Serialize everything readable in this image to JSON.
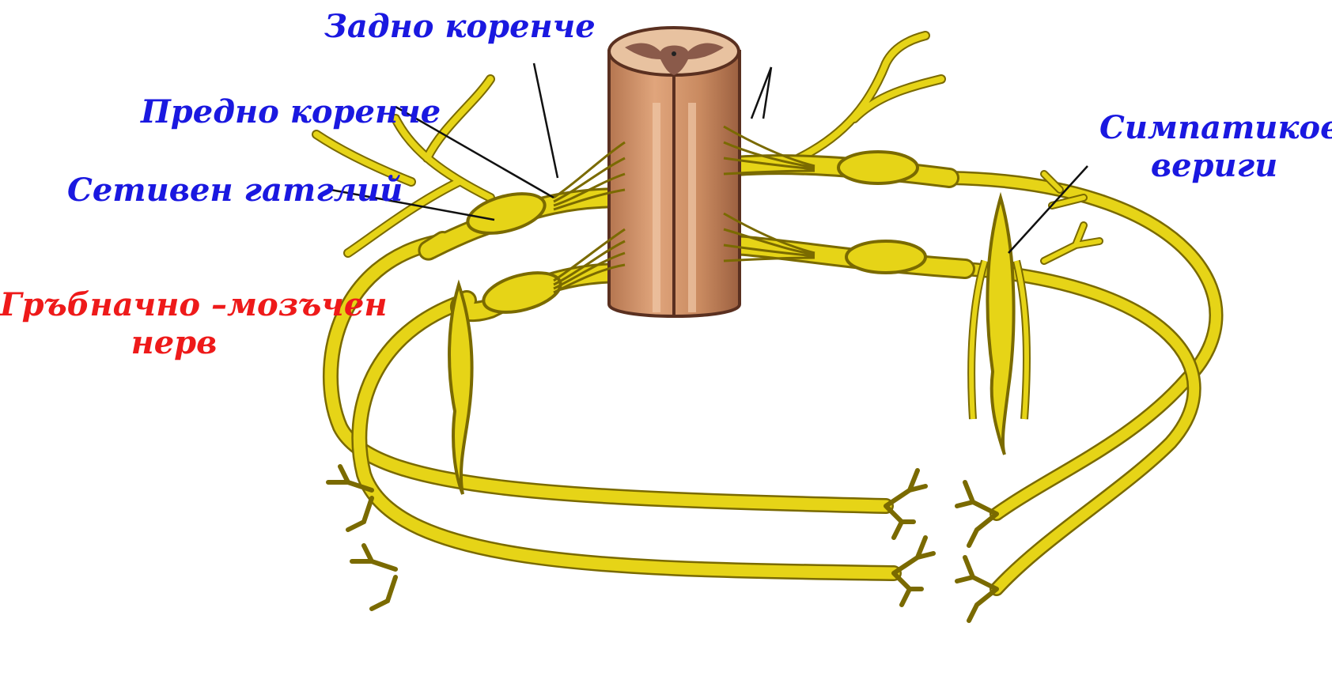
{
  "labels": {
    "dorsal_root": "Задно коренче",
    "ventral_root": "Предно коренче",
    "sensory_ganglion": "Сетивен гатглий",
    "spinal_nerve_line1": "Гръбначно –мозъчен",
    "spinal_nerve_line2": "нерв",
    "sympathetic_line1": "Симпатикови",
    "sympathetic_line2": "вериги"
  },
  "colors": {
    "label_blue": "#1a18e0",
    "label_red": "#ee1a1a",
    "nerve_fill": "#e6d417",
    "nerve_stroke": "#7a6a00",
    "cord_fill": "#c98a60",
    "cord_section": "#e8c2a0",
    "grey_matter": "#8a5a4a"
  }
}
